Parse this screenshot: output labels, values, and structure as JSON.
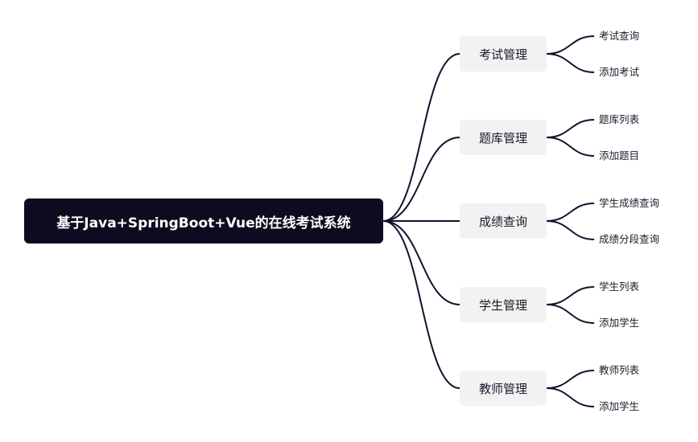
{
  "root": {
    "label": "基于Java+SpringBoot+Vue的在线考试系统"
  },
  "branches": [
    {
      "label": "考试管理",
      "children": [
        "考试查询",
        "添加考试"
      ]
    },
    {
      "label": "题库管理",
      "children": [
        "题库列表",
        "添加题目"
      ]
    },
    {
      "label": "成绩查询",
      "children": [
        "学生成绩查询",
        "成绩分段查询"
      ]
    },
    {
      "label": "学生管理",
      "children": [
        "学生列表",
        "添加学生"
      ]
    },
    {
      "label": "教师管理",
      "children": [
        "教师列表",
        "添加学生"
      ]
    }
  ],
  "colors": {
    "root_background": "#0d0b1f",
    "branch_background": "#f2f2f2",
    "connector": "#14112a"
  }
}
